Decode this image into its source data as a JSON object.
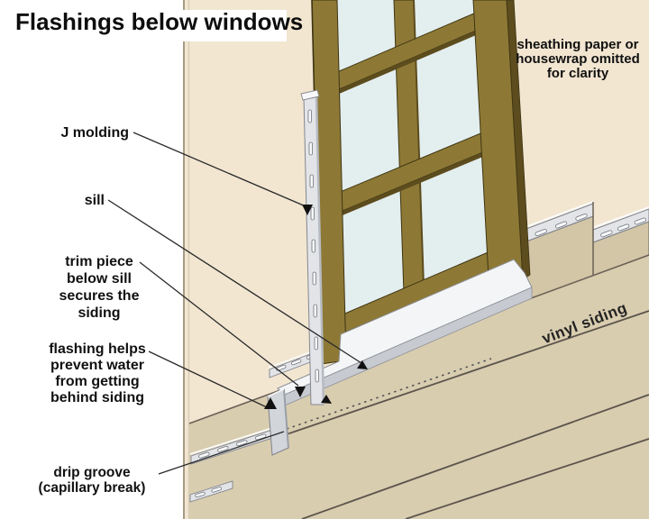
{
  "title": "Flashings below windows",
  "note": "sheathing paper or\nhousewrap omitted\nfor clarity",
  "labels": {
    "j_molding": "J molding",
    "sill": "sill",
    "trim": "trim piece\nbelow sill\nsecures the\nsiding",
    "flashing": "flashing helps\nprevent water\nfrom getting\nbehind siding",
    "drip": "drip groove\n(capillary break)",
    "vinyl_siding": "vinyl siding"
  },
  "colors": {
    "wall": "#f2e6d1",
    "glass": "#e3eeee",
    "frame": "#8d7935",
    "frame_dark": "#5c4c1e",
    "siding": "#d9cdb0",
    "siding_shadow": "#d3c6a7",
    "metal": "#e2e4e8",
    "metal_mid": "#d2d5d9",
    "sill_top": "#f4f5f7",
    "sill_front": "#c7cad0",
    "leader": "#2a2a2a",
    "text": "#111111"
  }
}
